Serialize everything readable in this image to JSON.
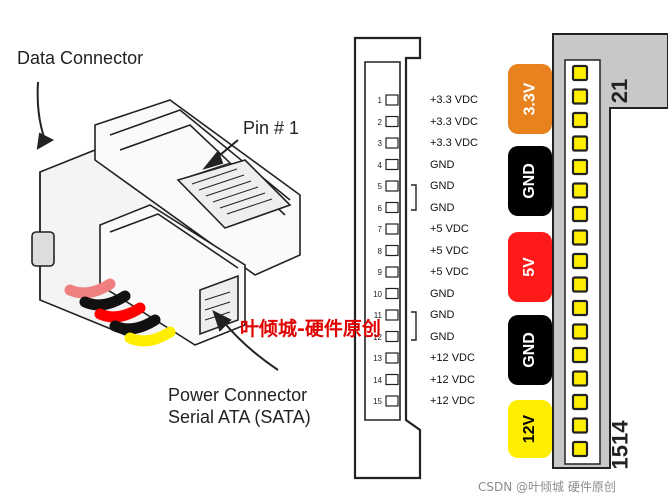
{
  "labels": {
    "data_connector": "Data Connector",
    "pin1": "Pin # 1",
    "power_connector_line1": "Power Connector",
    "power_connector_line2": "Serial ATA (SATA)"
  },
  "pins": [
    {
      "num": "1",
      "label": "+3.3 VDC"
    },
    {
      "num": "2",
      "label": "+3.3 VDC"
    },
    {
      "num": "3",
      "label": "+3.3 VDC"
    },
    {
      "num": "4",
      "label": "GND"
    },
    {
      "num": "5",
      "label": "GND"
    },
    {
      "num": "6",
      "label": "GND"
    },
    {
      "num": "7",
      "label": "+5 VDC"
    },
    {
      "num": "8",
      "label": "+5 VDC"
    },
    {
      "num": "9",
      "label": "+5 VDC"
    },
    {
      "num": "10",
      "label": "GND"
    },
    {
      "num": "11",
      "label": "GND"
    },
    {
      "num": "12",
      "label": "GND"
    },
    {
      "num": "13",
      "label": "+12 VDC"
    },
    {
      "num": "14",
      "label": "+12 VDC"
    },
    {
      "num": "15",
      "label": "+12 VDC"
    }
  ],
  "right_connector": {
    "top_number": "21",
    "bottom_number": "1514",
    "groups": [
      {
        "label": "3.3V",
        "color": "#e8821e",
        "text_color": "#ffffff"
      },
      {
        "label": "GND",
        "color": "#000000",
        "text_color": "#ffffff"
      },
      {
        "label": "5V",
        "color": "#ff1a1a",
        "text_color": "#ffffff"
      },
      {
        "label": "GND",
        "color": "#000000",
        "text_color": "#ffffff"
      },
      {
        "label": "12V",
        "color": "#ffee00",
        "text_color": "#000000"
      }
    ],
    "pin_color": "#ffee00"
  },
  "wire_colors": [
    "#f08080",
    "#000000",
    "#ff0000",
    "#000000",
    "#ffee00"
  ],
  "watermark": "叶倾城-硬件原创",
  "credit": "CSDN @叶倾城 硬件原创"
}
